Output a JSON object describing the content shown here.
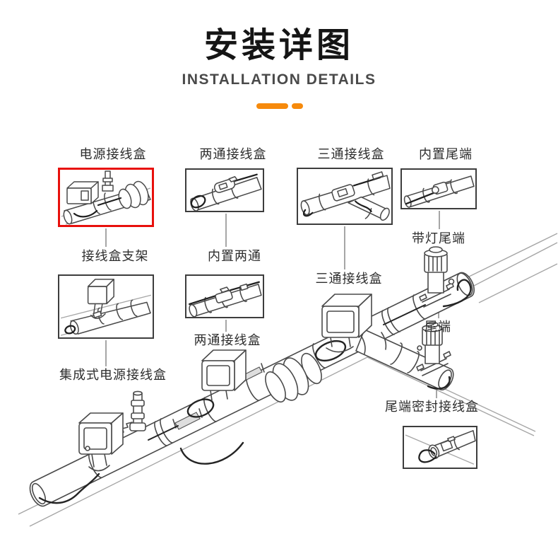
{
  "header": {
    "title": "安装详图",
    "subtitle": "INSTALLATION DETAILS"
  },
  "colors": {
    "accent_orange": "#f68a0c",
    "highlight_red": "#e8100c",
    "drawing_line": "#4a4a4a",
    "background_line": "#a6a6a6",
    "label_text": "#2d2d2d"
  },
  "labels": {
    "power_box": "电源接线盒",
    "two_way_box": "两通接线盒",
    "three_way_box": "三通接线盒",
    "built_in_tail": "内置尾端",
    "box_bracket": "接线盒支架",
    "built_in_two_way": "内置两通",
    "light_tail": "带灯尾端",
    "three_way_box_main": "三通接线盒",
    "two_way_box_main": "两通接线盒",
    "tail": "尾端",
    "integrated_power_box": "集成式电源接线盒",
    "tail_seal_box": "尾端密封接线盒"
  },
  "thumbnails": [
    {
      "name": "power-junction-box",
      "highlighted": true
    },
    {
      "name": "two-way-junction-box",
      "highlighted": false
    },
    {
      "name": "three-way-junction-box",
      "highlighted": false
    },
    {
      "name": "built-in-tail-end",
      "highlighted": false
    },
    {
      "name": "junction-box-bracket",
      "highlighted": false
    },
    {
      "name": "built-in-two-way",
      "highlighted": false
    },
    {
      "name": "tail-seal-junction-box",
      "highlighted": false
    }
  ]
}
